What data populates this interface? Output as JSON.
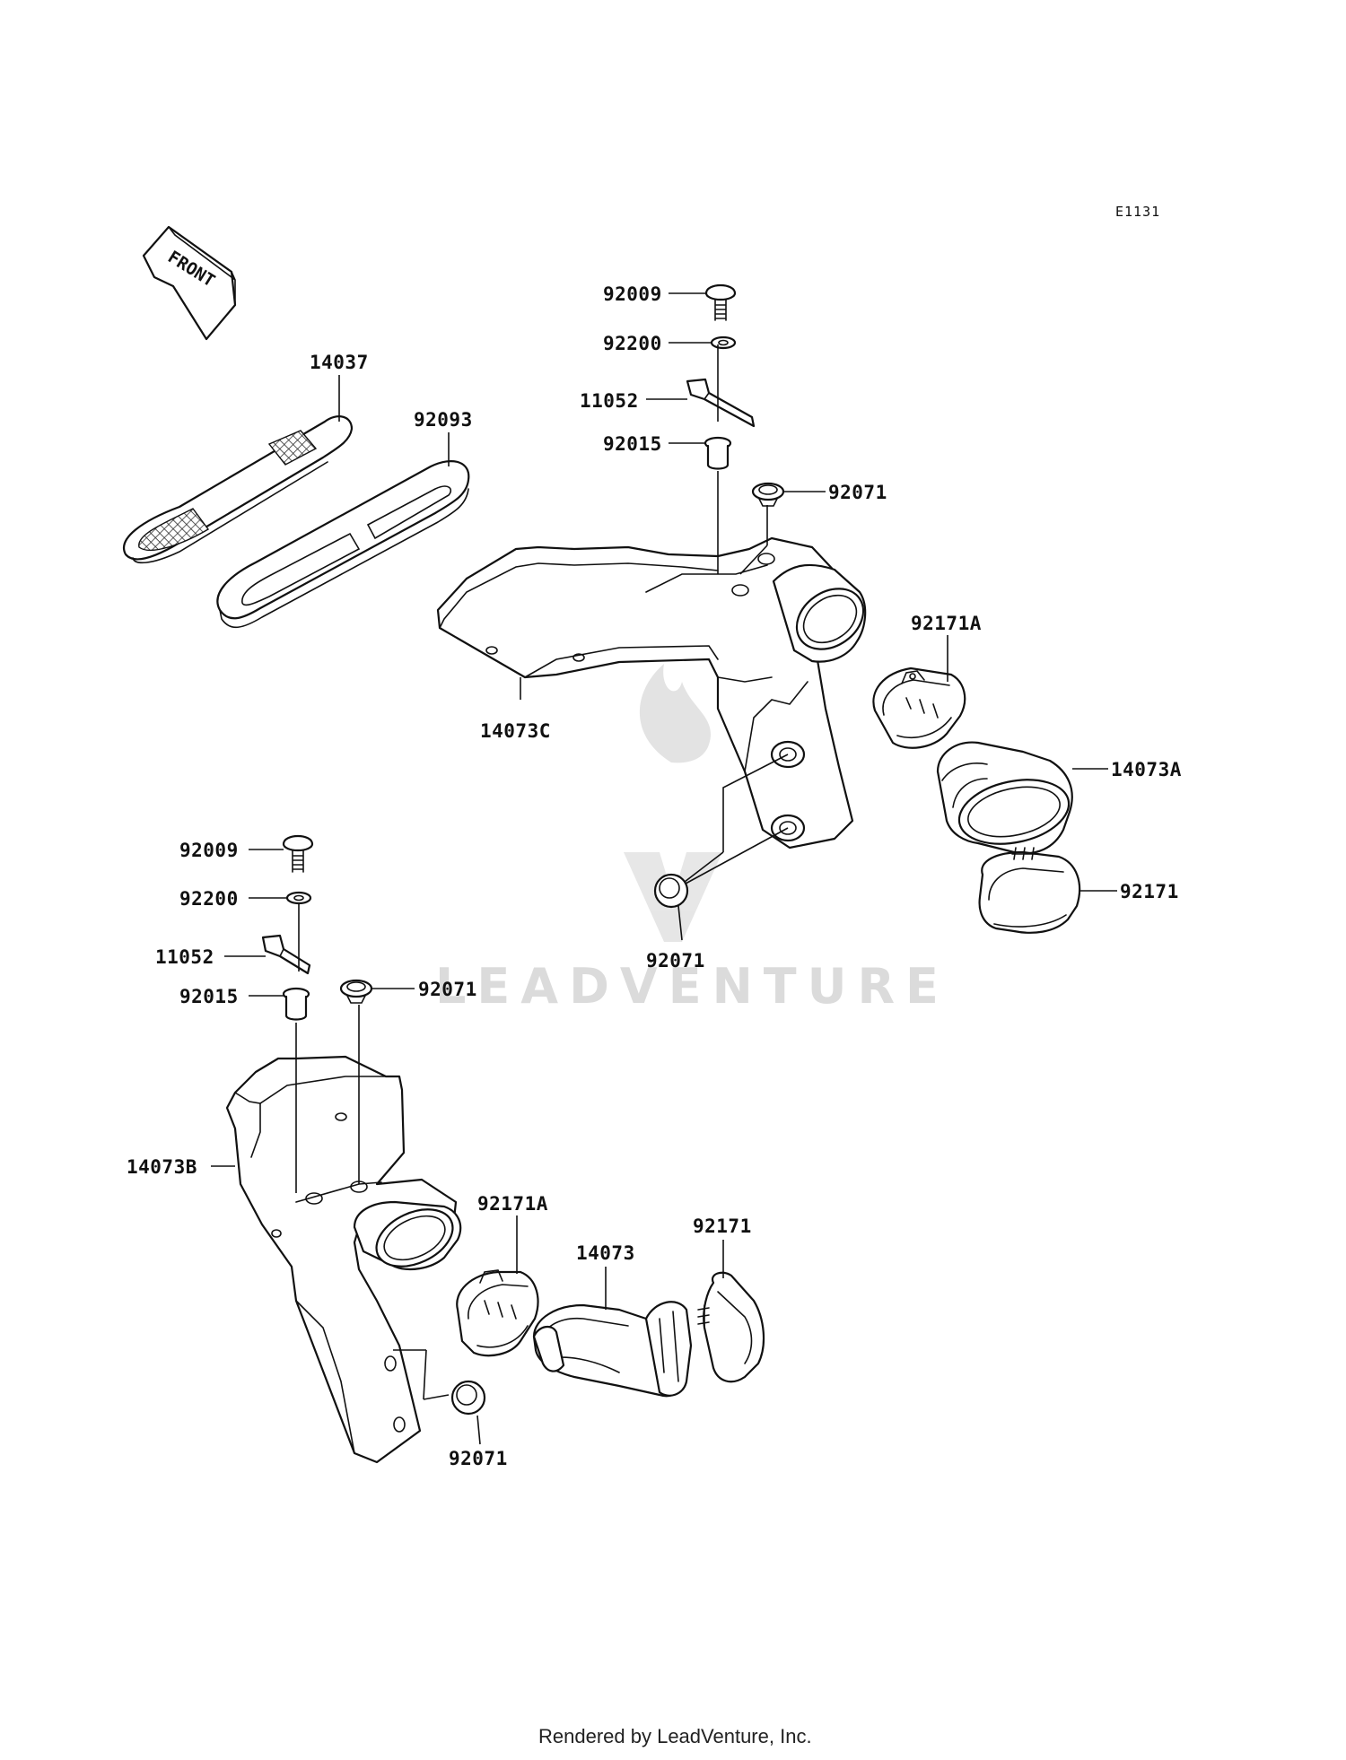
{
  "diagram_code": "E1131",
  "front_arrow_text": "FRONT",
  "watermark_text": "LEADVENTURE",
  "footer_text": "Rendered by LeadVenture, Inc.",
  "labels": {
    "p14037": "14037",
    "p92093": "92093",
    "p92009_top": "92009",
    "p92200_top": "92200",
    "p11052_top": "11052",
    "p92015_top": "92015",
    "p92071_top": "92071",
    "p14073c": "14073C",
    "p92171a_top": "92171A",
    "p14073a": "14073A",
    "p92171_top": "92171",
    "p92071_mid": "92071",
    "p92009_bot": "92009",
    "p92200_bot": "92200",
    "p11052_bot": "11052",
    "p92015_bot": "92015",
    "p92071_bot_top": "92071",
    "p14073b": "14073B",
    "p92171a_bot": "92171A",
    "p14073": "14073",
    "p92171_bot": "92171",
    "p92071_bot": "92071"
  }
}
